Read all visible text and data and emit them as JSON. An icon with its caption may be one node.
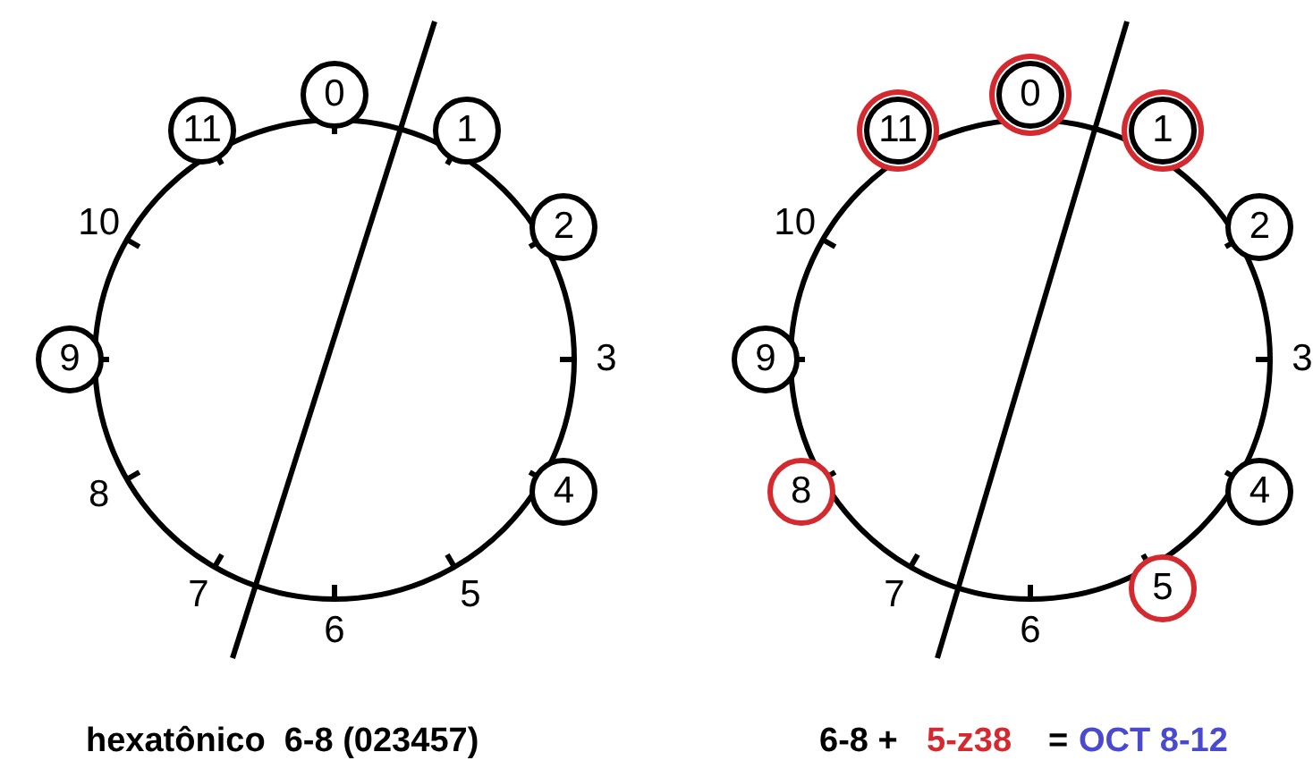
{
  "diagram": {
    "nodes": [
      {
        "text": [
          "0"
        ]
      },
      {
        "text": [
          "1"
        ]
      },
      {
        "text": [
          "2"
        ]
      },
      {
        "text": [
          "4"
        ]
      },
      {
        "text": [
          "9"
        ]
      },
      {
        "text": [
          "11"
        ]
      },
      {
        "text": [
          "0"
        ]
      },
      {
        "text": [
          "1"
        ]
      },
      {
        "text": [
          "2"
        ]
      },
      {
        "text": [
          "4"
        ]
      },
      {
        "text": [
          "5"
        ]
      },
      {
        "text": [
          "8"
        ]
      },
      {
        "text": [
          "9"
        ]
      },
      {
        "text": [
          "11"
        ]
      }
    ],
    "edges": [],
    "labels": [
      "3",
      "5",
      "6",
      "7",
      "8",
      "10",
      "3",
      "6",
      "7",
      "10",
      "hexatônico  6-8 (023457)",
      "6-8 +",
      "5-z38",
      "=",
      "OCT 8-12"
    ]
  }
}
